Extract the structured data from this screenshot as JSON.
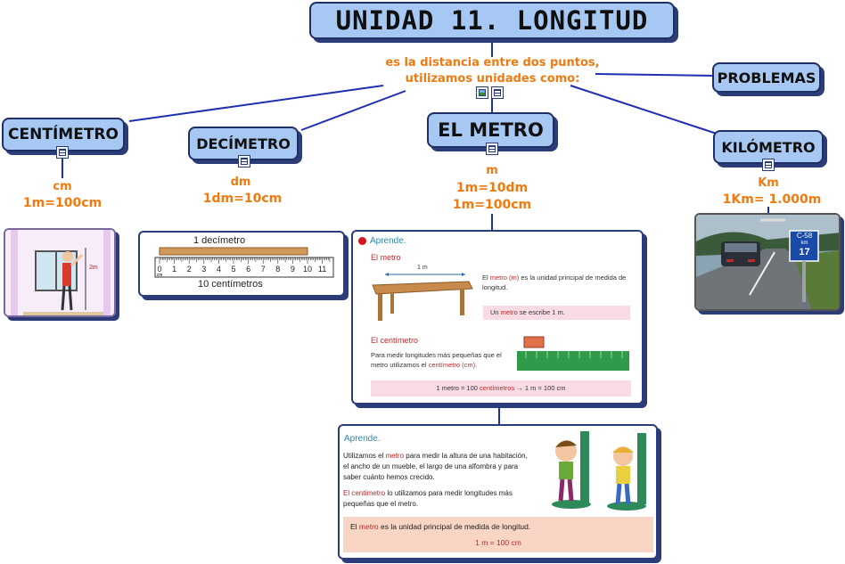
{
  "title": "UNIDAD 11. LONGITUD",
  "definition": {
    "line1": "es la distancia entre dos puntos,",
    "line2": "utilizamos unidades como:"
  },
  "nodes": {
    "problemas": "PROBLEMAS",
    "centimetro": "CENTÍMETRO",
    "decimetro": "DECÍMETRO",
    "metro": "EL METRO",
    "kilometro": "KILÓMETRO"
  },
  "units": {
    "centimetro": {
      "symbol": "cm",
      "equiv": "1m=100cm"
    },
    "decimetro": {
      "symbol": "dm",
      "equiv": "1dm=10cm"
    },
    "metro": {
      "symbol": "m",
      "equiv1": "1m=10dm",
      "equiv2": "1m=100cm"
    },
    "kilometro": {
      "symbol": "Km",
      "equiv": "1Km= 1.000m"
    }
  },
  "ruler": {
    "top_label": "1 decímetro",
    "bottom_label": "10 centímetros",
    "ticks": [
      "0",
      "1",
      "2",
      "3",
      "4",
      "5",
      "6",
      "7",
      "8",
      "9",
      "10",
      "11"
    ],
    "unit": "cm"
  },
  "road_sign": {
    "road": "C-58",
    "km_label": "km",
    "km_value": "17"
  },
  "card_metro": {
    "aprende": "Aprende.",
    "el_metro": "El metro",
    "measure": "1 m",
    "desc_before": "El ",
    "desc_red": "metro (m)",
    "desc_after": " es la unidad principal de medida de longitud.",
    "note_before": "Un ",
    "note_red": "metro",
    "note_after": " se escribe 1 m.",
    "el_centimetro": "El centímetro",
    "cm_before": "Para medir longitudes más pequeñas que el metro utilizamos el ",
    "cm_red": "centímetro (cm)",
    "cm_after": ".",
    "eq_before": "1 metro = 100 ",
    "eq_red": "centímetros",
    "eq_after": "   →   1 m = 100 cm"
  },
  "card_aprende": {
    "aprende": "Aprende.",
    "p1_before": "Utilizamos el ",
    "p1_red": "metro",
    "p1_after": " para medir la altura de una habitación, el ancho de un mueble, el largo de una alfombra y para saber cuánto hemos crecido.",
    "p2_red": "El centímetro",
    "p2_after": " lo utilizamos para medir longitudes más pequeñas que el metro.",
    "box_before": "El ",
    "box_red": "metro",
    "box_after": " es la unidad principal de medida de longitud.",
    "box_eq": "1 m = 100 cm"
  }
}
